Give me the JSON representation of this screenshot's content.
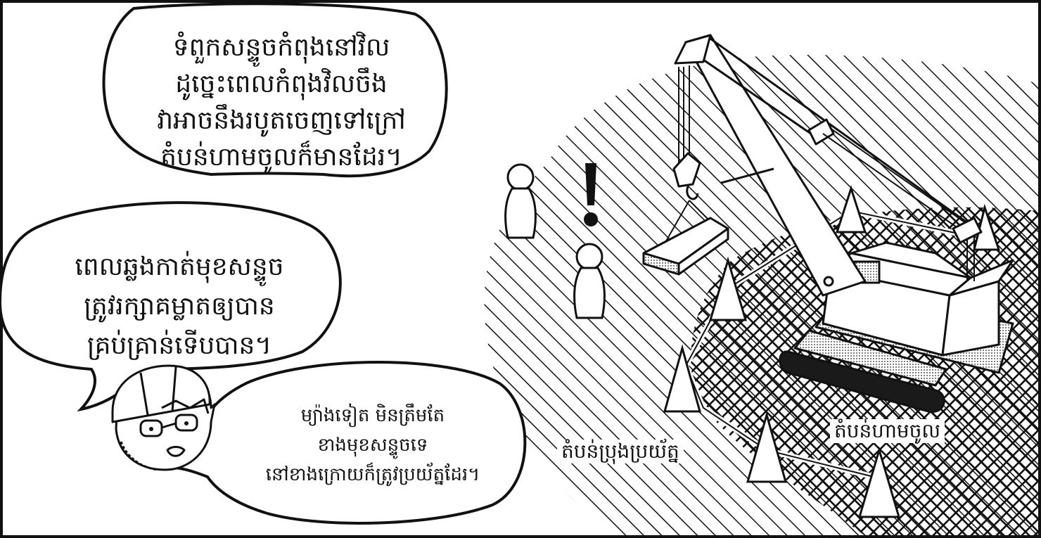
{
  "speech_bubbles": [
    {
      "lines": [
        "ទំពួកសន្ទូចកំពុងនៅវិល",
        "ដូច្នេះពេលកំពុងវិលចឹង",
        "វាអាចនឹងរបូតចេញទៅក្រៅ",
        "តំបន់ហាមចូលក៏មានដែរ។"
      ]
    },
    {
      "lines": [
        "ពេលឆ្លងកាត់មុខសន្ទូច",
        "ត្រូវរក្សាគម្លាតឲ្យបាន",
        "គ្រប់គ្រាន់ទើបបាន។"
      ]
    },
    {
      "lines": [
        "ម្យ៉ាងទៀត មិនត្រឹមតែ",
        "ខាងមុខសន្ទូចទេ",
        "នៅខាងក្រោយក៏ត្រូវប្រយ័ត្នដែរ។"
      ]
    }
  ],
  "zone_labels": {
    "caution": "តំបន់ប្រុងប្រយ័ត្ន",
    "restricted": "តំបន់ហាមចូល"
  },
  "colors": {
    "ink": "#111111",
    "paper": "#ffffff",
    "screentone": "#9a9a9a",
    "track": "#1a1a1a"
  }
}
